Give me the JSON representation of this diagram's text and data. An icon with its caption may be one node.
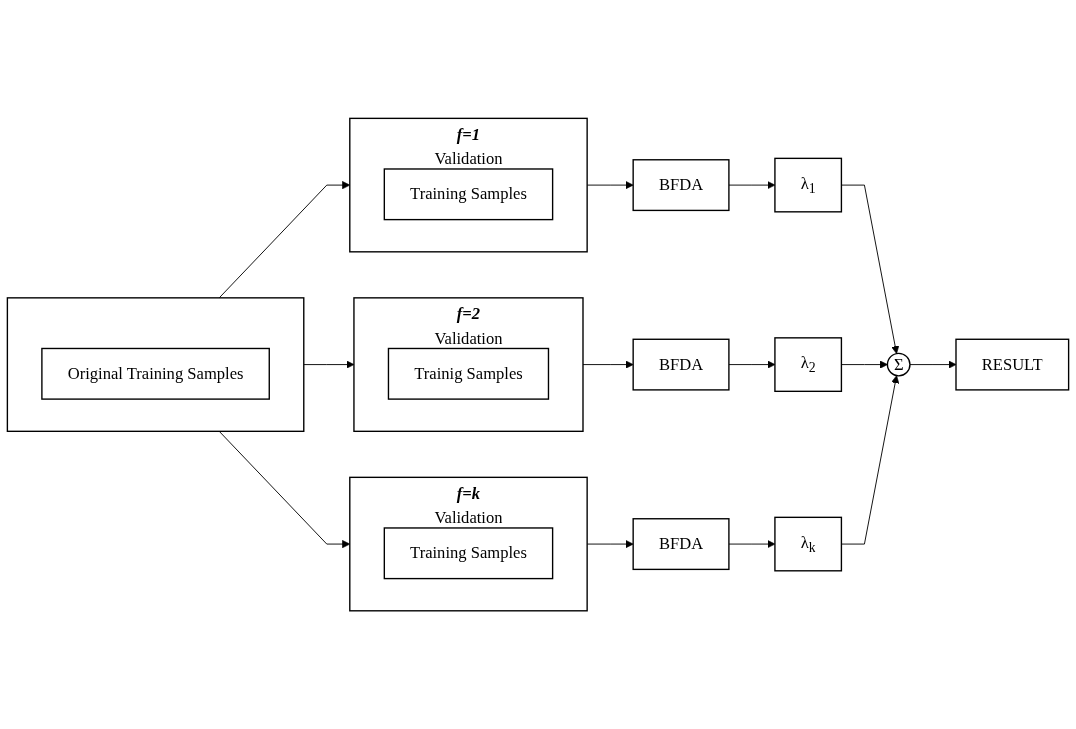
{
  "diagram": {
    "nodes": [
      {
        "text": [],
        "shape": "box"
      },
      {
        "text": [
          "Original Training Samples"
        ],
        "in": 0
      },
      {
        "text": [
          "f=1",
          "Validation"
        ]
      },
      {
        "text": [
          "Training Samples"
        ],
        "in": 2
      },
      {
        "text": [
          "BFDA"
        ]
      },
      {
        "text": [
          "λ$_{1}$"
        ]
      },
      {
        "text": [
          "f=2",
          "Validation"
        ]
      },
      {
        "text": [
          "Trainig Samples"
        ],
        "in": 6
      },
      {
        "text": [
          "BFDA"
        ]
      },
      {
        "text": [
          "λ$_{2}$"
        ]
      },
      {
        "text": [
          "f=k",
          "Validation"
        ]
      },
      {
        "text": [
          "Training Samples"
        ],
        "in": 10
      },
      {
        "text": [
          "BFDA"
        ]
      },
      {
        "text": [
          "λ$_{k}$"
        ]
      },
      {
        "text": [
          "Σ"
        ]
      },
      {
        "text": [
          "RESULT"
        ]
      }
    ],
    "edges": [
      {
        "from": 0,
        "to": 2,
        "arrow": "to"
      },
      {
        "from": 0,
        "to": 6,
        "arrow": "to"
      },
      {
        "from": 0,
        "to": 10,
        "arrow": "to"
      },
      {
        "from": 2,
        "to": 4,
        "arrow": "to"
      },
      {
        "from": 4,
        "to": 5,
        "arrow": "to"
      },
      {
        "from": 5,
        "to": 14,
        "arrow": "to"
      },
      {
        "from": 6,
        "to": 8,
        "arrow": "to"
      },
      {
        "from": 8,
        "to": 9,
        "arrow": "to"
      },
      {
        "from": 9,
        "to": 14,
        "arrow": "to"
      },
      {
        "from": 10,
        "to": 12,
        "arrow": "to"
      },
      {
        "from": 12,
        "to": 13,
        "arrow": "to"
      },
      {
        "from": 13,
        "to": 14,
        "arrow": "to"
      },
      {
        "from": 14,
        "to": 15,
        "arrow": "to"
      }
    ]
  }
}
